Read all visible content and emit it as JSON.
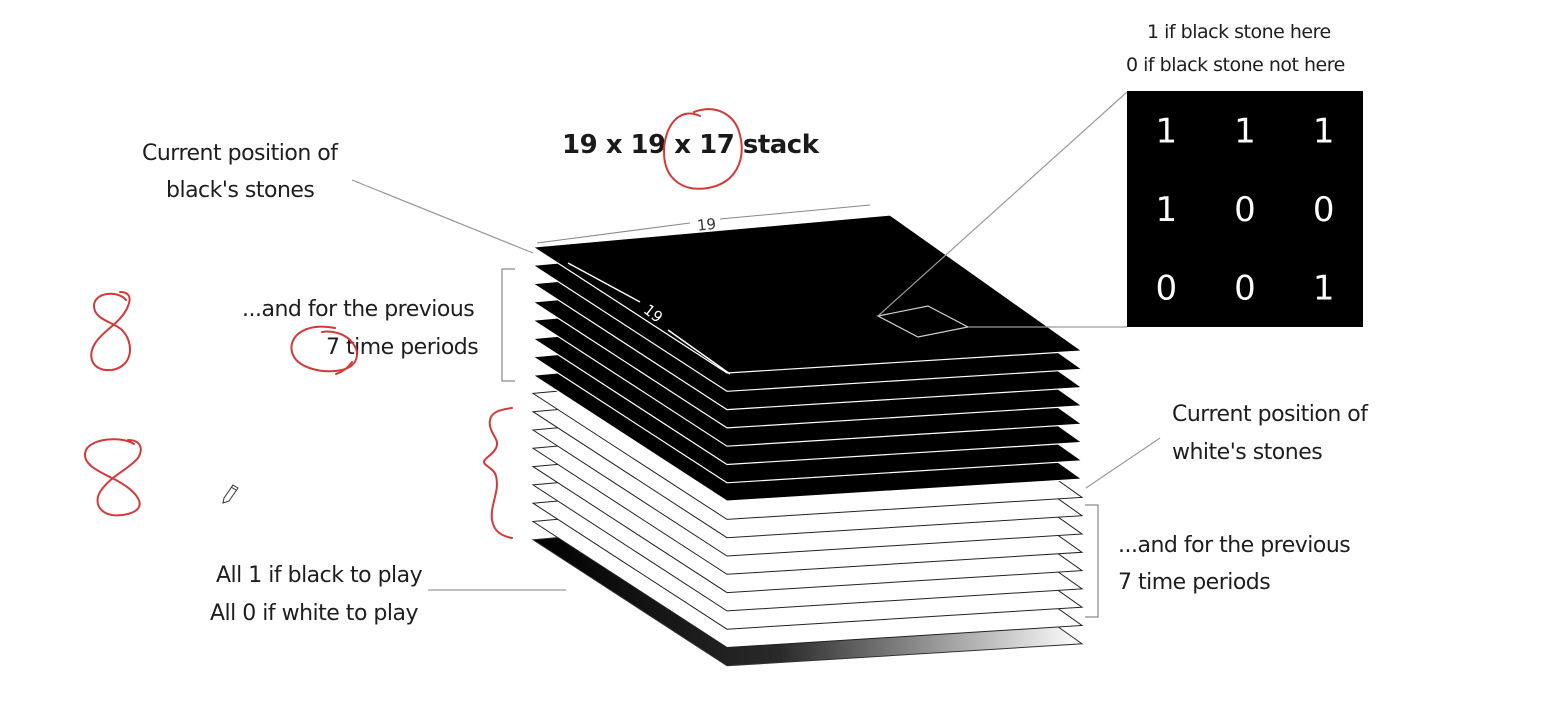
{
  "title": "19 x 19 x 17 stack",
  "dimensions": {
    "top_edge": "19",
    "side_edge": "19"
  },
  "labels": {
    "black_current": [
      "Current position of",
      "black's stones"
    ],
    "black_previous": [
      "...and for the previous",
      "7 time periods"
    ],
    "white_current": [
      "Current position of",
      "white's stones"
    ],
    "white_previous": [
      "...and for the previous",
      "7 time periods"
    ],
    "to_play": [
      "All 1 if black to play",
      "All 0 if white to play"
    ],
    "zoom_caption": [
      "1 if black stone here",
      "0 if black stone not here"
    ]
  },
  "zoom_grid": [
    [
      "1",
      "1",
      "1"
    ],
    [
      "1",
      "0",
      "0"
    ],
    [
      "0",
      "0",
      "1"
    ]
  ],
  "stack": {
    "black_layers": 8,
    "white_layers": 8,
    "color_layers": 1
  },
  "annotations": {
    "handwritten_top": "8",
    "handwritten_bottom": "8"
  },
  "colors": {
    "black_plane": "#000000",
    "white_plane": "#ffffff",
    "annotation": "#d23a3a",
    "leader": "#9a9a9a"
  }
}
